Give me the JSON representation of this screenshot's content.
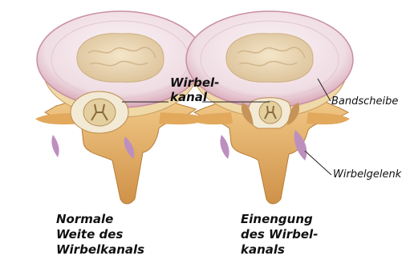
{
  "labels": {
    "canal_line1": "Wirbel-",
    "canal_line2": "kanal",
    "disc": "Bandscheibe",
    "facet_joint": "Wirbelgelenk"
  },
  "captions": {
    "left": [
      "Normale",
      "Weite des",
      "Wirbelkanals"
    ],
    "right": [
      "Einengung",
      "des Wirbel-",
      "kanals"
    ]
  },
  "colors": {
    "disc_outer": "#f2e4ea",
    "disc_ring": "#d7a5b4",
    "nucleus": "#ecd9b8",
    "bone": "#e6b36a",
    "bone_dark": "#c8883e",
    "joint": "#bd8fbf",
    "cord": "#d9c79a"
  }
}
